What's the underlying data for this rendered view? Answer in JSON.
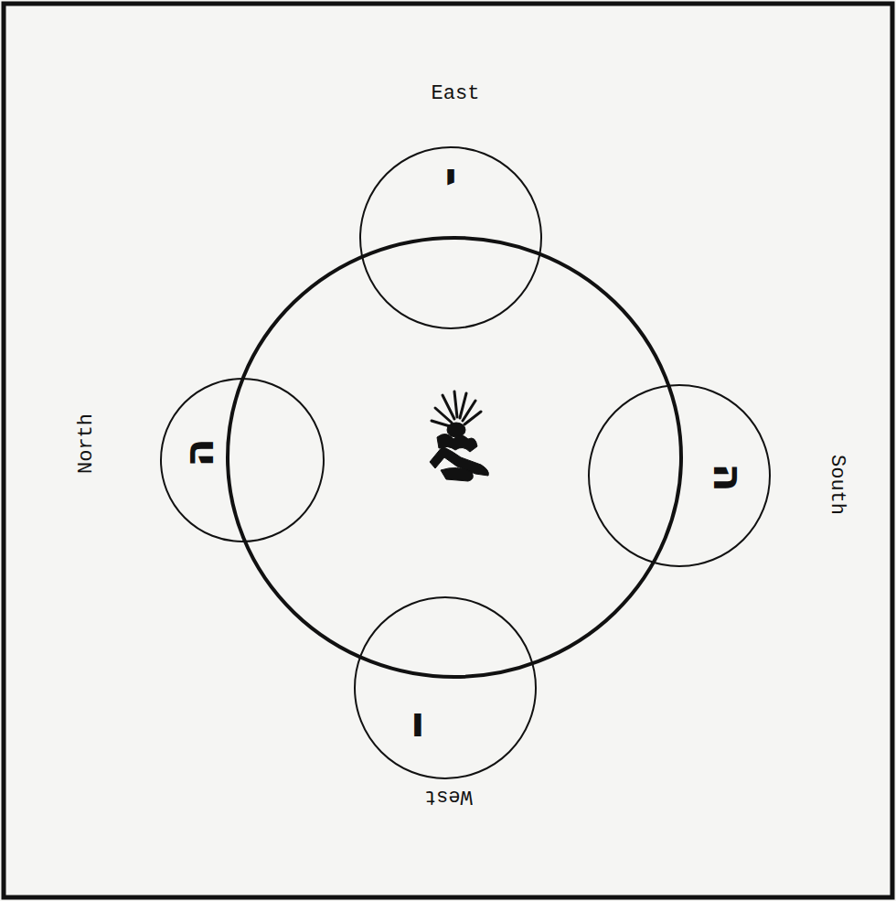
{
  "diagram": {
    "nodes": [
      {
        "text": [
          "י"
        ]
      },
      {
        "text": [
          "ה"
        ]
      },
      {
        "text": [
          "ה"
        ]
      },
      {
        "text": [
          "ו"
        ]
      }
    ],
    "labels": [
      "East",
      "North",
      "South",
      "West"
    ]
  }
}
